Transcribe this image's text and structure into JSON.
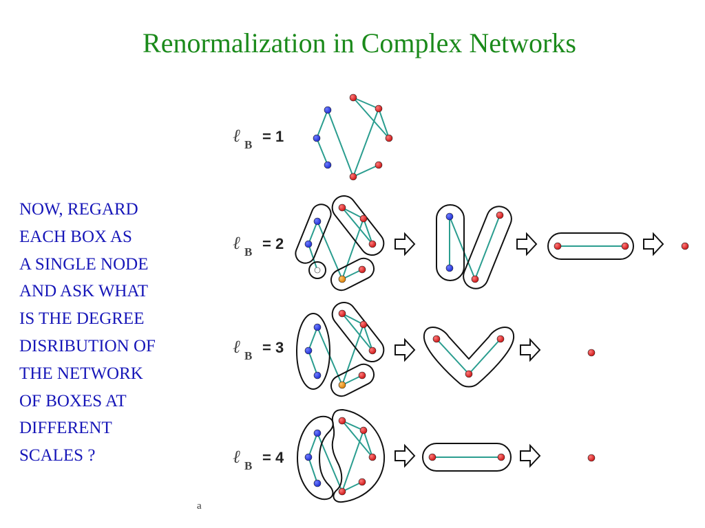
{
  "slide": {
    "title": "Renormalization in Complex Networks",
    "body_lines": [
      "NOW, REGARD",
      "EACH BOX AS",
      "A SINGLE NODE",
      "AND ASK WHAT",
      "IS THE DEGREE",
      "DISRIBUTION OF",
      "THE NETWORK",
      "OF BOXES AT",
      "DIFFERENT",
      "SCALES ?"
    ],
    "panel_label": "a"
  },
  "diagram": {
    "rows": [
      {
        "symbol": "ℓ",
        "subscript": "B",
        "equals": "= 1"
      },
      {
        "symbol": "ℓ",
        "subscript": "B",
        "equals": "= 2"
      },
      {
        "symbol": "ℓ",
        "subscript": "B",
        "equals": "= 3"
      },
      {
        "symbol": "ℓ",
        "subscript": "B",
        "equals": "= 4"
      }
    ],
    "colors": {
      "node_blue": "#1a2ad0",
      "node_red": "#d81818",
      "node_orange": "#e08a10",
      "edge": "#2a9d8f",
      "box_outline": "#111111"
    }
  }
}
